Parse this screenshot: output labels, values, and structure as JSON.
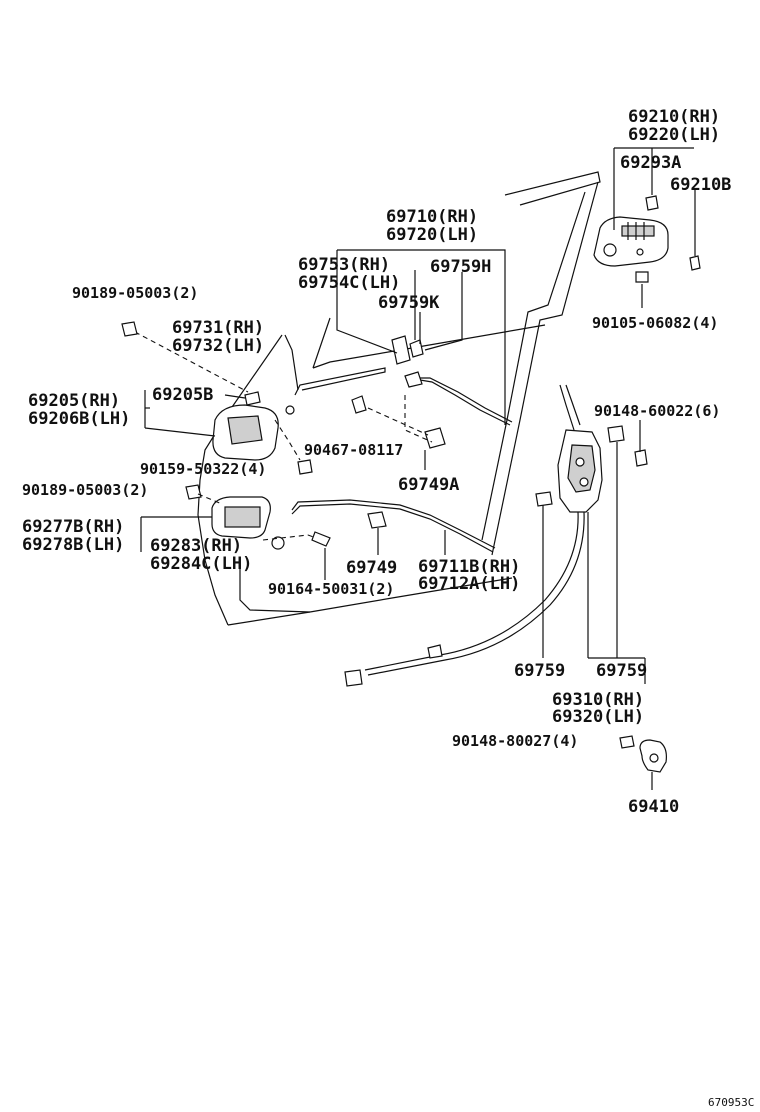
{
  "labels": [
    {
      "id": "p69210",
      "text": "69210(RH)"
    },
    {
      "id": "p69220",
      "text": "69220(LH)"
    },
    {
      "id": "p69293A",
      "text": "69293A"
    },
    {
      "id": "p69210B",
      "text": "69210B"
    },
    {
      "id": "p90105",
      "text": "90105-06082(4)"
    },
    {
      "id": "p69710",
      "text": "69710(RH)"
    },
    {
      "id": "p69720",
      "text": "69720(LH)"
    },
    {
      "id": "p69753",
      "text": "69753(RH)"
    },
    {
      "id": "p69754C",
      "text": "69754C(LH)"
    },
    {
      "id": "p69759H",
      "text": "69759H"
    },
    {
      "id": "p69759K",
      "text": "69759K"
    },
    {
      "id": "p90189a",
      "text": "90189-05003(2)"
    },
    {
      "id": "p69731",
      "text": "69731(RH)"
    },
    {
      "id": "p69732",
      "text": "69732(LH)"
    },
    {
      "id": "p69205",
      "text": "69205(RH)"
    },
    {
      "id": "p69206B",
      "text": "69206B(LH)"
    },
    {
      "id": "p69205B",
      "text": "69205B"
    },
    {
      "id": "p90467",
      "text": "90467-08117"
    },
    {
      "id": "p69749A",
      "text": "69749A"
    },
    {
      "id": "p90159",
      "text": "90159-50322(4)"
    },
    {
      "id": "p90148a",
      "text": "90148-60022(6)"
    },
    {
      "id": "p90189b",
      "text": "90189-05003(2)"
    },
    {
      "id": "p69277B",
      "text": "69277B(RH)"
    },
    {
      "id": "p69278B",
      "text": "69278B(LH)"
    },
    {
      "id": "p69283",
      "text": "69283(RH)"
    },
    {
      "id": "p69284C",
      "text": "69284C(LH)"
    },
    {
      "id": "p69749",
      "text": "69749"
    },
    {
      "id": "p69711B",
      "text": "69711B(RH)"
    },
    {
      "id": "p69712A",
      "text": "69712A(LH)"
    },
    {
      "id": "p90164",
      "text": "90164-50031(2)"
    },
    {
      "id": "p69759a",
      "text": "69759"
    },
    {
      "id": "p69759b",
      "text": "69759"
    },
    {
      "id": "p69310",
      "text": "69310(RH)"
    },
    {
      "id": "p69320",
      "text": "69320(LH)"
    },
    {
      "id": "p90148b",
      "text": "90148-80027(4)"
    },
    {
      "id": "p69410",
      "text": "69410"
    }
  ],
  "figure_id": "670953C"
}
